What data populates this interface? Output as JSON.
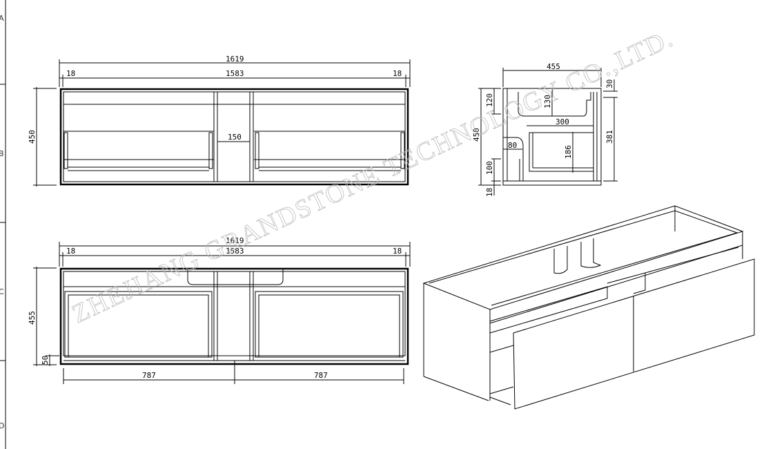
{
  "border_letters": [
    "A",
    "B",
    "C",
    "D"
  ],
  "watermark": "ZHEJIANG GRANDSTONE TECHNOLOGY CO.,LTD.",
  "top_view": {
    "overall_width": "1619",
    "inner_width": "1583",
    "side_left": "18",
    "side_right": "18",
    "height": "450",
    "gap": "150"
  },
  "front_view": {
    "overall_width": "1619",
    "inner_width": "1583",
    "side_left": "18",
    "side_right": "18",
    "height": "455",
    "plinth": "50",
    "drawer_left": "787",
    "drawer_right": "787"
  },
  "side_view": {
    "depth": "455",
    "height": "450",
    "top_rail": "120",
    "bottom_gap": "100",
    "base": "18",
    "sink_depth": "130",
    "lip": "30",
    "inner_height": "381",
    "drawer_depth": "300",
    "offset": "80",
    "drawer_height": "186"
  }
}
